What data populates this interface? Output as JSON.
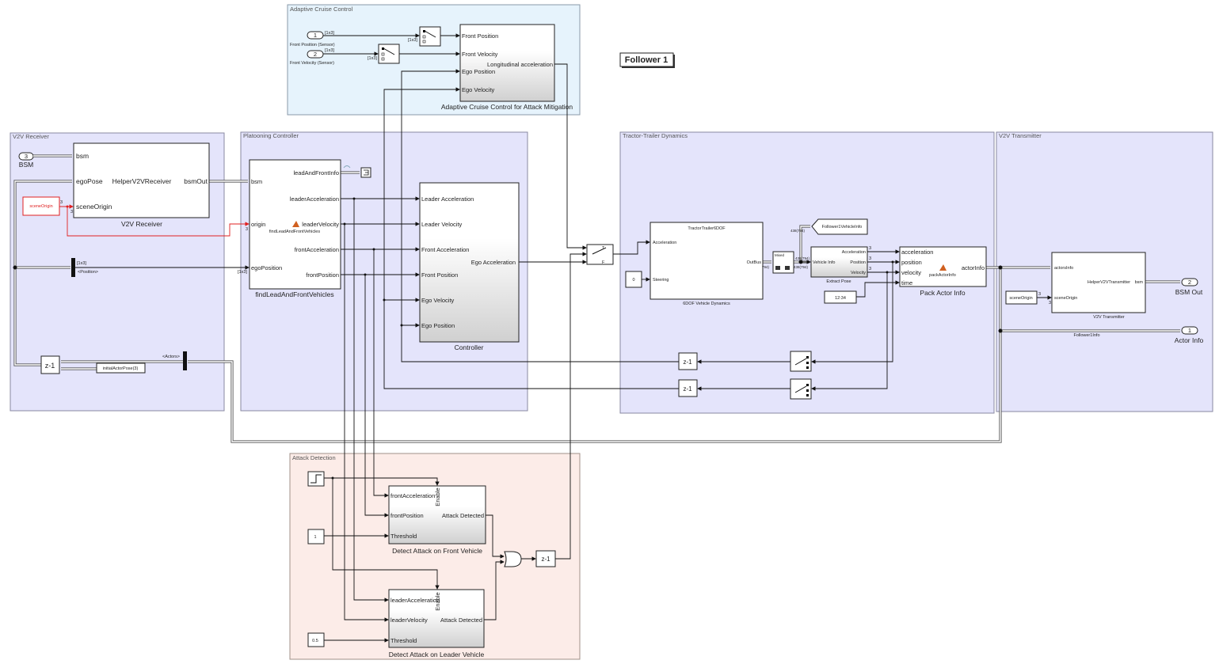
{
  "title_badge": "Follower 1",
  "colors": {
    "acc_area": "#e6f3fc",
    "subsystem_area": "#e4e4fb",
    "attack_area": "#fcece8",
    "highlight_red": "#e02020"
  },
  "acc": {
    "title": "Adaptive Cruise Control",
    "inport1": "1",
    "inport1_label": "Front Position (Sensor)",
    "inport2": "2",
    "inport2_label": "Front Velocity (Sensor)",
    "dim": "[1x3]",
    "block_label": "Adaptive Cruise Control for Attack Mitigation",
    "ports": [
      "Front Position",
      "Front Velocity",
      "Ego Position",
      "Ego Velocity"
    ],
    "output": "Longitudinal acceleration"
  },
  "v2v_receiver": {
    "title": "V2V Receiver",
    "inport": "3",
    "inport_label": "BSM",
    "block_name": "HelperV2VReceiver",
    "block_label": "V2V Receiver",
    "ports": [
      "bsm",
      "egoPose",
      "sceneOrigin"
    ],
    "output": "bsmOut",
    "scene_origin": "sceneOrigin",
    "width3": "3",
    "position_dim": "[1x3]",
    "position_signal": "<Position>",
    "actors_signal": "<Actors>",
    "initial_pose": "initialActorPose(3)",
    "delay": "z-1"
  },
  "platooning": {
    "title": "Platooning Controller",
    "find_block": {
      "label": "findLeadAndFrontVehicles",
      "fn": "findLeadAndFrontVehicles",
      "inputs": [
        "bsm",
        "origin",
        "egoPosition"
      ],
      "outputs": [
        "leadAndFrontInfo",
        "leaderAcceleration",
        "leaderVelocity",
        "frontAcceleration",
        "frontPosition"
      ]
    },
    "dim": "[1x3]",
    "width3": "3",
    "controller": {
      "label": "Controller",
      "inputs": [
        "Leader Acceleration",
        "Leader Velocity",
        "Front Acceleration",
        "Front Position",
        "Ego Velocity",
        "Ego Position"
      ],
      "output": "Ego Acceleration"
    }
  },
  "switch": {
    "t": "T",
    "f": "F"
  },
  "dynamics": {
    "title": "Tractor-Trailer Dynamics",
    "block_name": "TractorTrailer6DOF",
    "block_label": "6DOF Vehicle Dynamics",
    "inputs": [
      "Acceleration",
      "Steering"
    ],
    "output": "OutBus",
    "steer_const": "0",
    "mixed": "Mixed",
    "dims": [
      "438(794)",
      "438(794)",
      "438(794)",
      "794)"
    ],
    "goto": "Follower1VehicleInfo",
    "extract": {
      "label": "Extract Pose",
      "input": "Vehicle Info",
      "outputs": [
        "Acceleration",
        "Position",
        "Velocity"
      ]
    },
    "time_const": "12:34",
    "pack": {
      "label": "Pack Actor Info",
      "fn": "packActorInfo",
      "inputs": [
        "acceleration",
        "position",
        "velocity",
        "time"
      ],
      "output": "actorInfo"
    },
    "width3": "3",
    "delay": "z-1"
  },
  "v2v_transmitter": {
    "title": "V2V Transmitter",
    "block_name": "HelperV2VTransmitter",
    "block_label": "V2V Transmitter",
    "inputs": [
      "actorsInfo",
      "sceneOrigin"
    ],
    "output": "bsm",
    "scene_origin": "sceneOrigin",
    "width3": "3",
    "outport2": "2",
    "outport2_label": "BSM Out",
    "outport1": "1",
    "outport1_label": "Actor Info",
    "signal": "Follower1Info"
  },
  "attack": {
    "title": "Attack Detection",
    "const1": "1",
    "const2": "0.5",
    "front": {
      "label": "Detect Attack on Front Vehicle",
      "inputs": [
        "frontAcceleration",
        "frontPosition",
        "Threshold"
      ],
      "output": "Attack Detected",
      "enable": "Enable"
    },
    "leader": {
      "label": "Detect Attack on Leader Vehicle",
      "inputs": [
        "leaderAcceleration",
        "leaderVelocity",
        "Threshold"
      ],
      "output": "Attack Detected",
      "enable": "Enable"
    },
    "delay": "z-1"
  }
}
